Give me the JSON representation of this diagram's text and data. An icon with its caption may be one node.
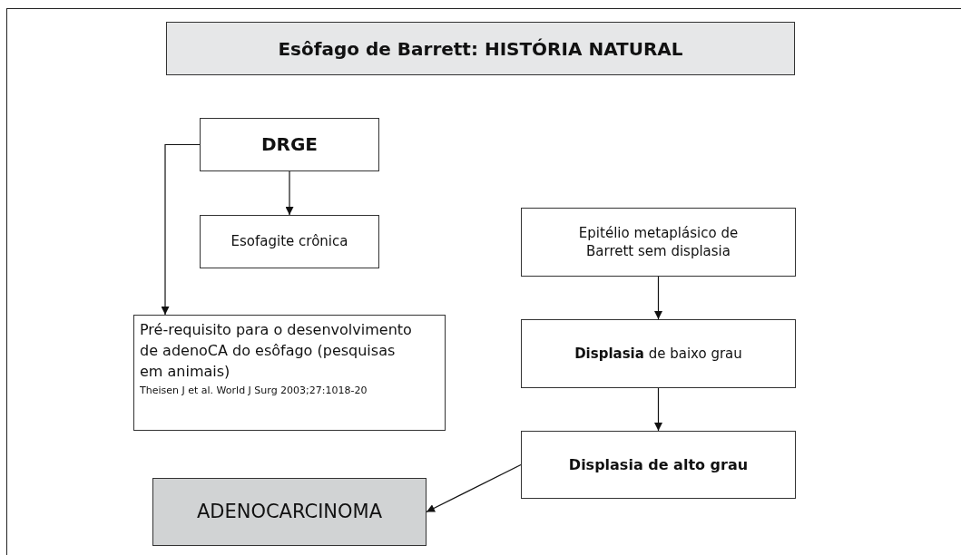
{
  "diagram": {
    "title": "Esôfago de Barrett: HISTÓRIA NATURAL",
    "nodes": [
      {
        "text": [
          "DRGE"
        ]
      },
      {
        "text": [
          "Esofagite crônica"
        ]
      },
      {
        "text": [
          "Pré-requisito para o desenvolvimento de adenoCA do esôfago (pesquisas em animais)",
          "Theisen J et al. World J Surg 2003;27:1018-20"
        ]
      },
      {
        "text": [
          "Epitélio metaplásico de Barrett sem displasia"
        ]
      },
      {
        "text": [
          "**Displasia** de baixo grau"
        ]
      },
      {
        "text": [
          "Displasia de alto grau"
        ]
      },
      {
        "text": [
          "ADENOCARCINOMA"
        ]
      }
    ],
    "edges": [
      {
        "from": 0,
        "to": 1,
        "arrow": "to"
      },
      {
        "from": 0,
        "to": 2,
        "arrow": "to"
      },
      {
        "from": 3,
        "to": 4,
        "arrow": "to"
      },
      {
        "from": 4,
        "to": 5,
        "arrow": "to"
      },
      {
        "from": 5,
        "to": 6,
        "arrow": "to"
      }
    ]
  }
}
